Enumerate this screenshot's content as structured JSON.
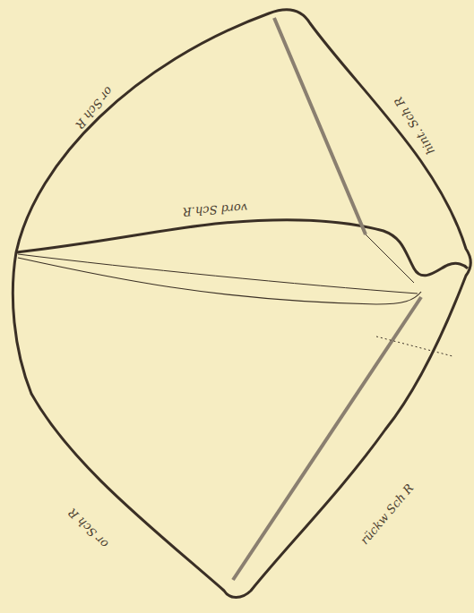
{
  "diagram": {
    "labels": [
      "vord Sch.R",
      "or Sch R",
      "hint. Sch R",
      "or Sch R",
      "rückw Sch R"
    ]
  }
}
